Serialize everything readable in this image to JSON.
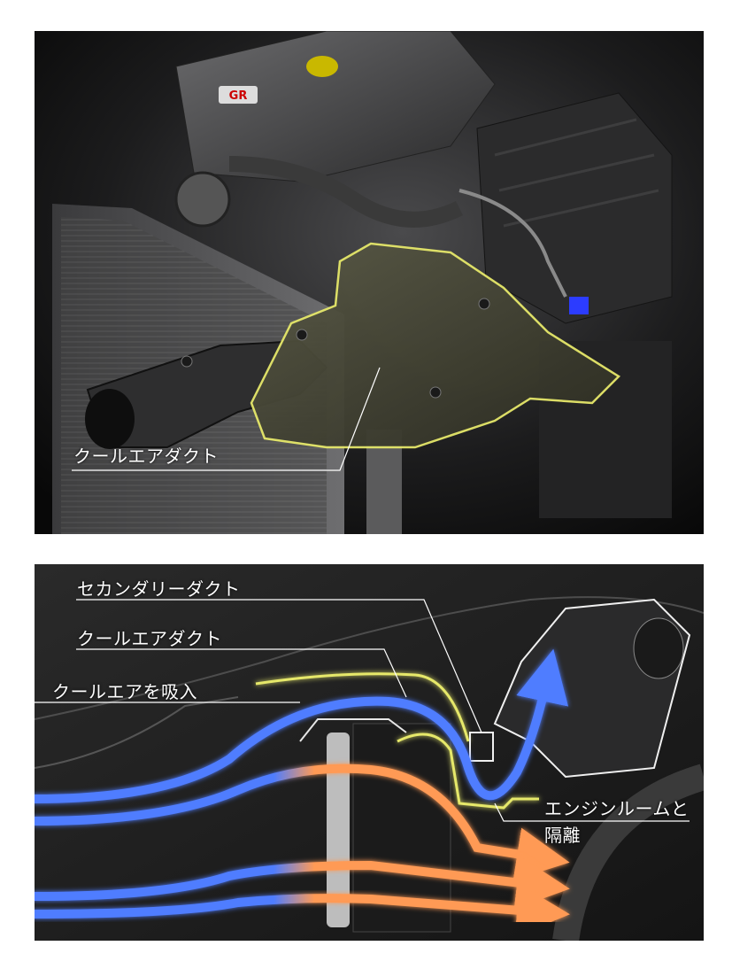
{
  "top_panel": {
    "callout_label": "クールエアダクト",
    "badge_text": "GR"
  },
  "bottom_panel": {
    "labels": {
      "secondary_duct": "セカンダリーダクト",
      "cool_air_duct": "クールエアダクト",
      "cool_air_intake": "クールエアを吸入",
      "engine_room_line1": "エンジンルームと",
      "engine_room_line2": "隔離"
    }
  },
  "colors": {
    "duct_highlight": "#e6e86a",
    "cool_air_flow": "#4f7dff",
    "warm_air_flow": "#ff9a55",
    "background": "#1e1e1e"
  }
}
